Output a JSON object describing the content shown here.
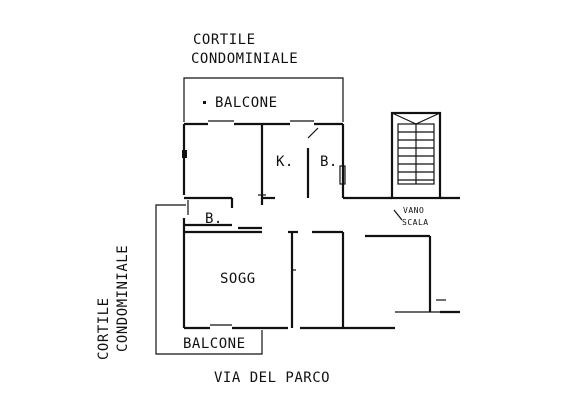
{
  "labels": {
    "courtyard_top_line1": "CORTILE",
    "courtyard_top_line2": "CONDOMINIALE",
    "courtyard_left_line1": "CORTILE",
    "courtyard_left_line2": "CONDOMINIALE",
    "balcony_top": "BALCONE",
    "balcony_bottom": "BALCONE",
    "kitchen": "K.",
    "bath_top": "B.",
    "bath_left": "B.",
    "living": "SOGG",
    "stair_line1": "VANO",
    "stair_line2": "SCALA",
    "street": "VIA DEL PARCO"
  },
  "colors": {
    "line": "#111111",
    "background": "#ffffff"
  }
}
